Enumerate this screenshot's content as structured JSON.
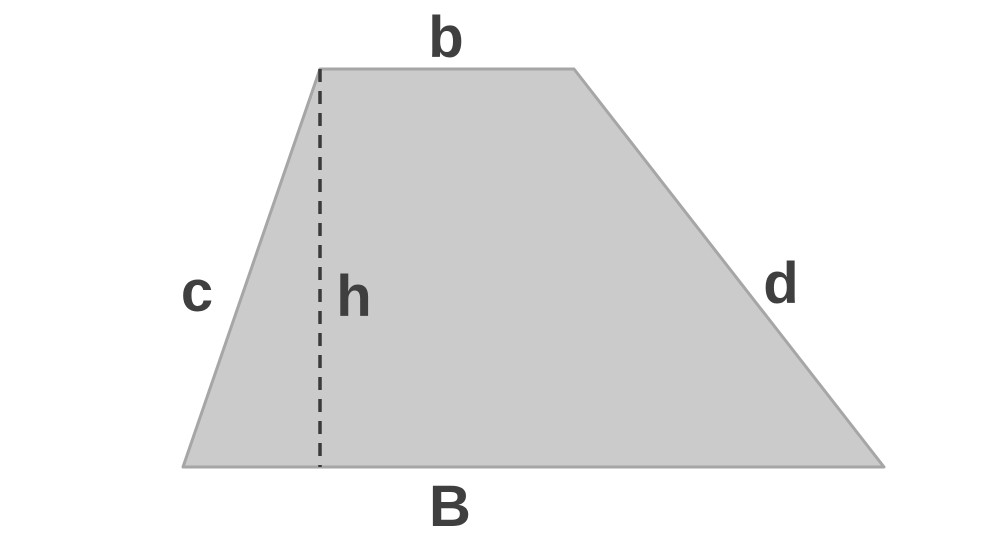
{
  "diagram": {
    "labels": {
      "top_base": "b",
      "bottom_base": "B",
      "left_side": "c",
      "right_side": "d",
      "height": "h"
    },
    "colors": {
      "fill": "#cbcbcb",
      "edge": "#a6a6a6",
      "height_line": "#3a3a3a",
      "label": "#3f3f3f"
    }
  }
}
